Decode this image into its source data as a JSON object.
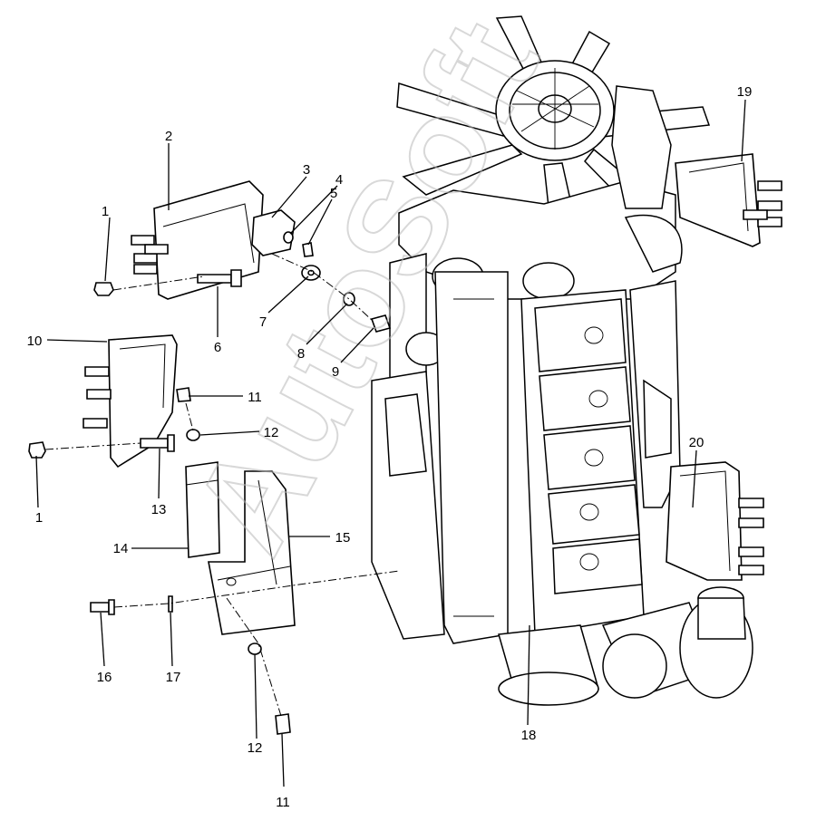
{
  "watermark": "AutoSoft",
  "callouts": [
    {
      "key": "c1a",
      "text": "1"
    },
    {
      "key": "c1b",
      "text": "1"
    },
    {
      "key": "c2",
      "text": "2"
    },
    {
      "key": "c3",
      "text": "3"
    },
    {
      "key": "c4",
      "text": "4"
    },
    {
      "key": "c5",
      "text": "5"
    },
    {
      "key": "c6",
      "text": "6"
    },
    {
      "key": "c7",
      "text": "7"
    },
    {
      "key": "c8",
      "text": "8"
    },
    {
      "key": "c9",
      "text": "9"
    },
    {
      "key": "c10",
      "text": "10"
    },
    {
      "key": "c11a",
      "text": "11"
    },
    {
      "key": "c11b",
      "text": "11"
    },
    {
      "key": "c12a",
      "text": "12"
    },
    {
      "key": "c12b",
      "text": "12"
    },
    {
      "key": "c13",
      "text": "13"
    },
    {
      "key": "c14",
      "text": "14"
    },
    {
      "key": "c15",
      "text": "15"
    },
    {
      "key": "c16",
      "text": "16"
    },
    {
      "key": "c17",
      "text": "17"
    },
    {
      "key": "c18",
      "text": "18"
    },
    {
      "key": "c19",
      "text": "19"
    },
    {
      "key": "c20",
      "text": "20"
    }
  ]
}
